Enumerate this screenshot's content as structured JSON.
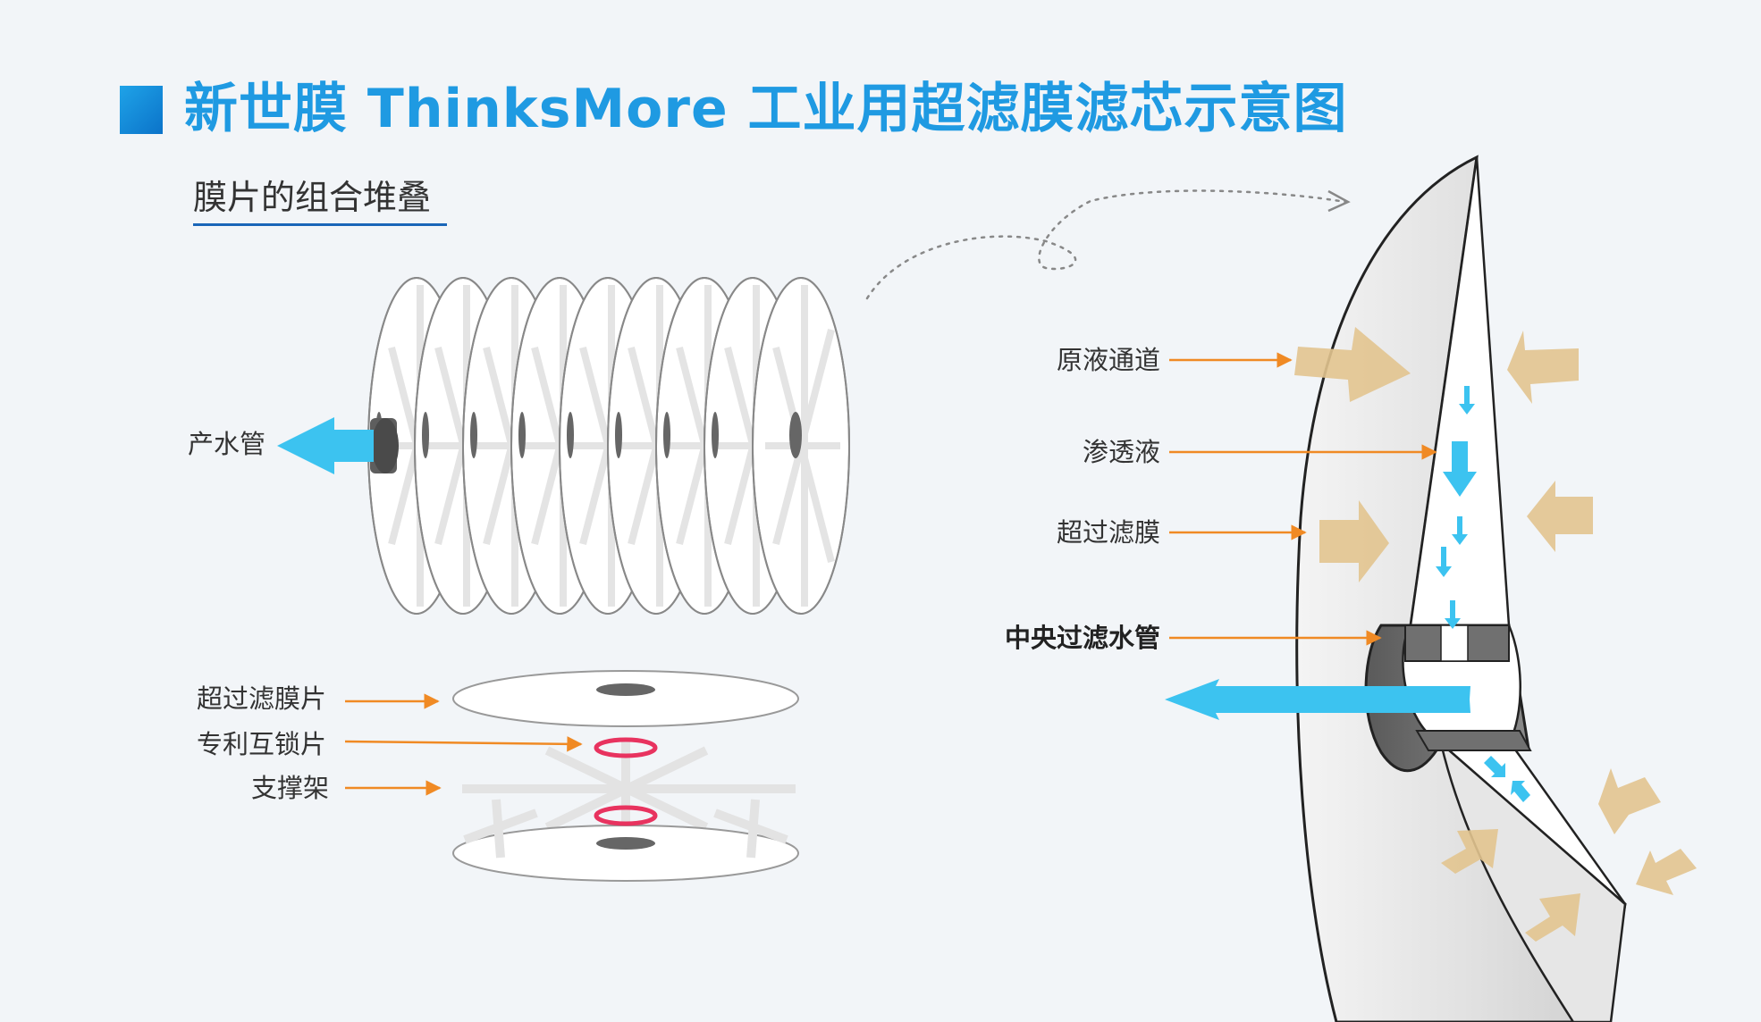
{
  "title": "新世膜 ThinksMore 工业用超滤膜滤芯示意图",
  "section_title": "膜片的组合堆叠",
  "left_labels": {
    "product_water_pipe": "产水管",
    "uf_membrane_sheet": "超过滤膜片",
    "patented_interlock": "专利互锁片",
    "support_frame": "支撑架"
  },
  "right_labels": {
    "feed_channel": "原液通道",
    "permeate": "渗透液",
    "uf_membrane": "超过滤膜",
    "central_tube": "中央过滤水管"
  },
  "colors": {
    "title_blue": "#1f9ae2",
    "accent_orange": "#f08a24",
    "water_blue": "#3cc3f0",
    "feed_arrow": "#e2c48f",
    "interlock_ring": "#e8335f",
    "underline_blue": "#1a66b8"
  }
}
